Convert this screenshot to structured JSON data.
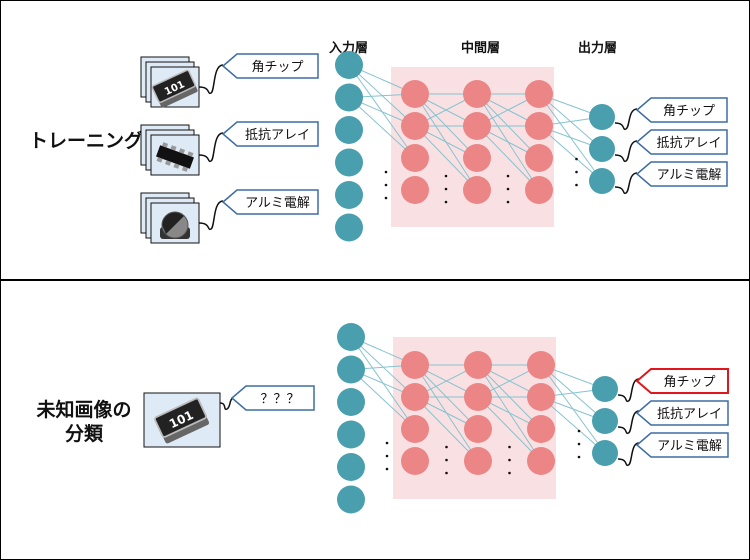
{
  "colors": {
    "input_node": "#4a9fae",
    "hidden_node": "#ec8585",
    "hidden_bg": "#f9e1e3",
    "edge": "#86c3cf",
    "tag_border": "#3d6da3",
    "tag_highlight": "#e0161c",
    "card_bg": "#deeaf6"
  },
  "training": {
    "label": "トレーニング",
    "layer_titles": {
      "input": "入力層",
      "hidden": "中間層",
      "output": "出力層"
    },
    "samples": [
      {
        "icon": "chip-resistor-icon",
        "tag": "角チップ"
      },
      {
        "icon": "resistor-array-icon",
        "tag": "抵抗アレイ"
      },
      {
        "icon": "aluminum-capacitor-icon",
        "tag": "アルミ電解"
      }
    ],
    "outputs": [
      "角チップ",
      "抵抗アレイ",
      "アルミ電解"
    ]
  },
  "classification": {
    "label_line1": "未知画像の",
    "label_line2": "分類",
    "sample": {
      "icon": "chip-resistor-icon",
      "tag": "？？？",
      "chip_text": "101"
    },
    "outputs": [
      {
        "label": "角チップ",
        "highlighted": true
      },
      {
        "label": "抵抗アレイ",
        "highlighted": false
      },
      {
        "label": "アルミ電解",
        "highlighted": false
      }
    ]
  },
  "network": {
    "input_nodes": 6,
    "hidden_layers": 3,
    "hidden_nodes_per_layer": 4,
    "output_nodes": 3,
    "ellipsis": "⋮"
  },
  "chip_text": "101"
}
